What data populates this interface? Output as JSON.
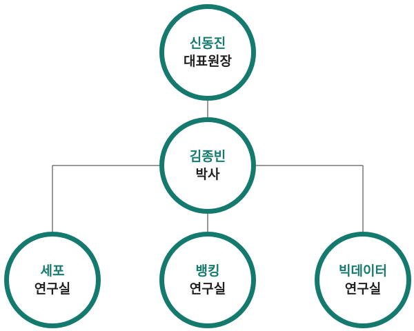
{
  "colors": {
    "accent": "#157a6e",
    "text": "#1f1f1f",
    "line": "#333333"
  },
  "nodes": {
    "ceo": {
      "name": "신동진",
      "role": "대표원장"
    },
    "kim": {
      "name": "김종빈",
      "role": "박사"
    },
    "chef": {
      "name": "세포",
      "role": "연구실"
    },
    "bank": {
      "name": "뱅킹",
      "role": "연구실"
    },
    "bigdata": {
      "name": "빅데이터",
      "role": "연구실"
    }
  }
}
